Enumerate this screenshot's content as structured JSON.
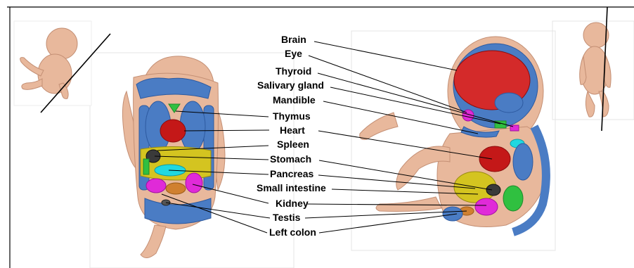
{
  "labels": {
    "brain": "Brain",
    "eye": "Eye",
    "thyroid": "Thyroid",
    "salivary": "Salivary gland",
    "mandible": "Mandible",
    "thymus": "Thymus",
    "heart": "Heart",
    "spleen": "Spleen",
    "stomach": "Stomach",
    "pancreas": "Pancreas",
    "small_intestine": "Small intestine",
    "kidney": "Kidney",
    "testis": "Testis",
    "left_colon": "Left colon"
  },
  "organ_colors": {
    "skin": "#e8b89c",
    "bone": "#4a7cc4",
    "brain": "#d42a2a",
    "heart": "#c41818",
    "liver_gut": "#d4c420",
    "kidney": "#e02ad8",
    "pancreas": "#20d8e0",
    "thymus": "#30c040",
    "colon": "#d08030"
  }
}
